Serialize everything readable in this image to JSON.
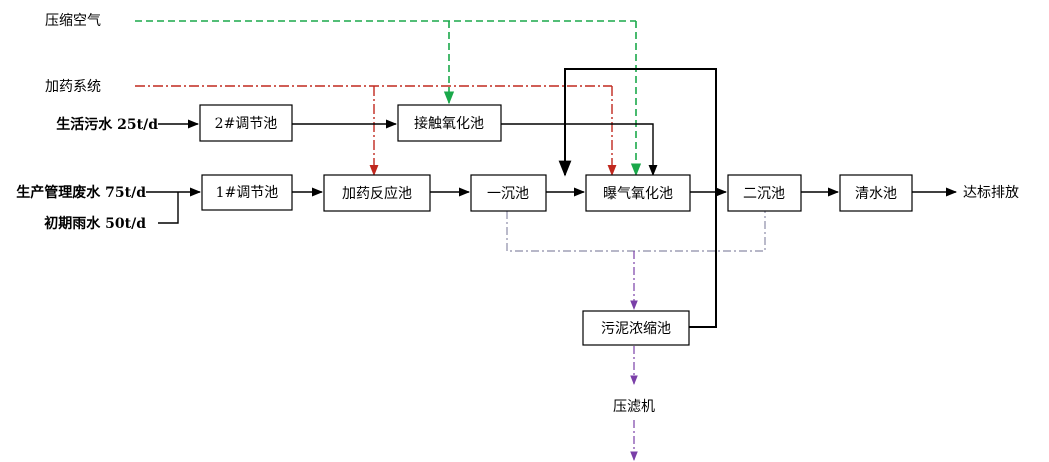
{
  "colors": {
    "air_line": "#1aa84a",
    "dosing_line": "#c0281e",
    "sludge_line": "#8c8ca8",
    "sludge_arrow": "#7a3fa8",
    "flow_line": "#000000"
  },
  "sources": {
    "air": "压缩空气",
    "dosing": "加药系统"
  },
  "inputs": {
    "domestic": "生活污水 25t/d",
    "production": "生产管理废水 75t/d",
    "rain": "初期雨水 50t/d"
  },
  "units": {
    "tank2": "2#调节池",
    "contact": "接触氧化池",
    "tank1": "1#调节池",
    "dosing_reactor": "加药反应池",
    "primary": "一沉池",
    "aeration": "曝气氧化池",
    "secondary": "二沉池",
    "clear": "清水池",
    "thickener": "污泥浓缩池"
  },
  "outputs": {
    "discharge": "达标排放",
    "filter_press": "压滤机"
  }
}
